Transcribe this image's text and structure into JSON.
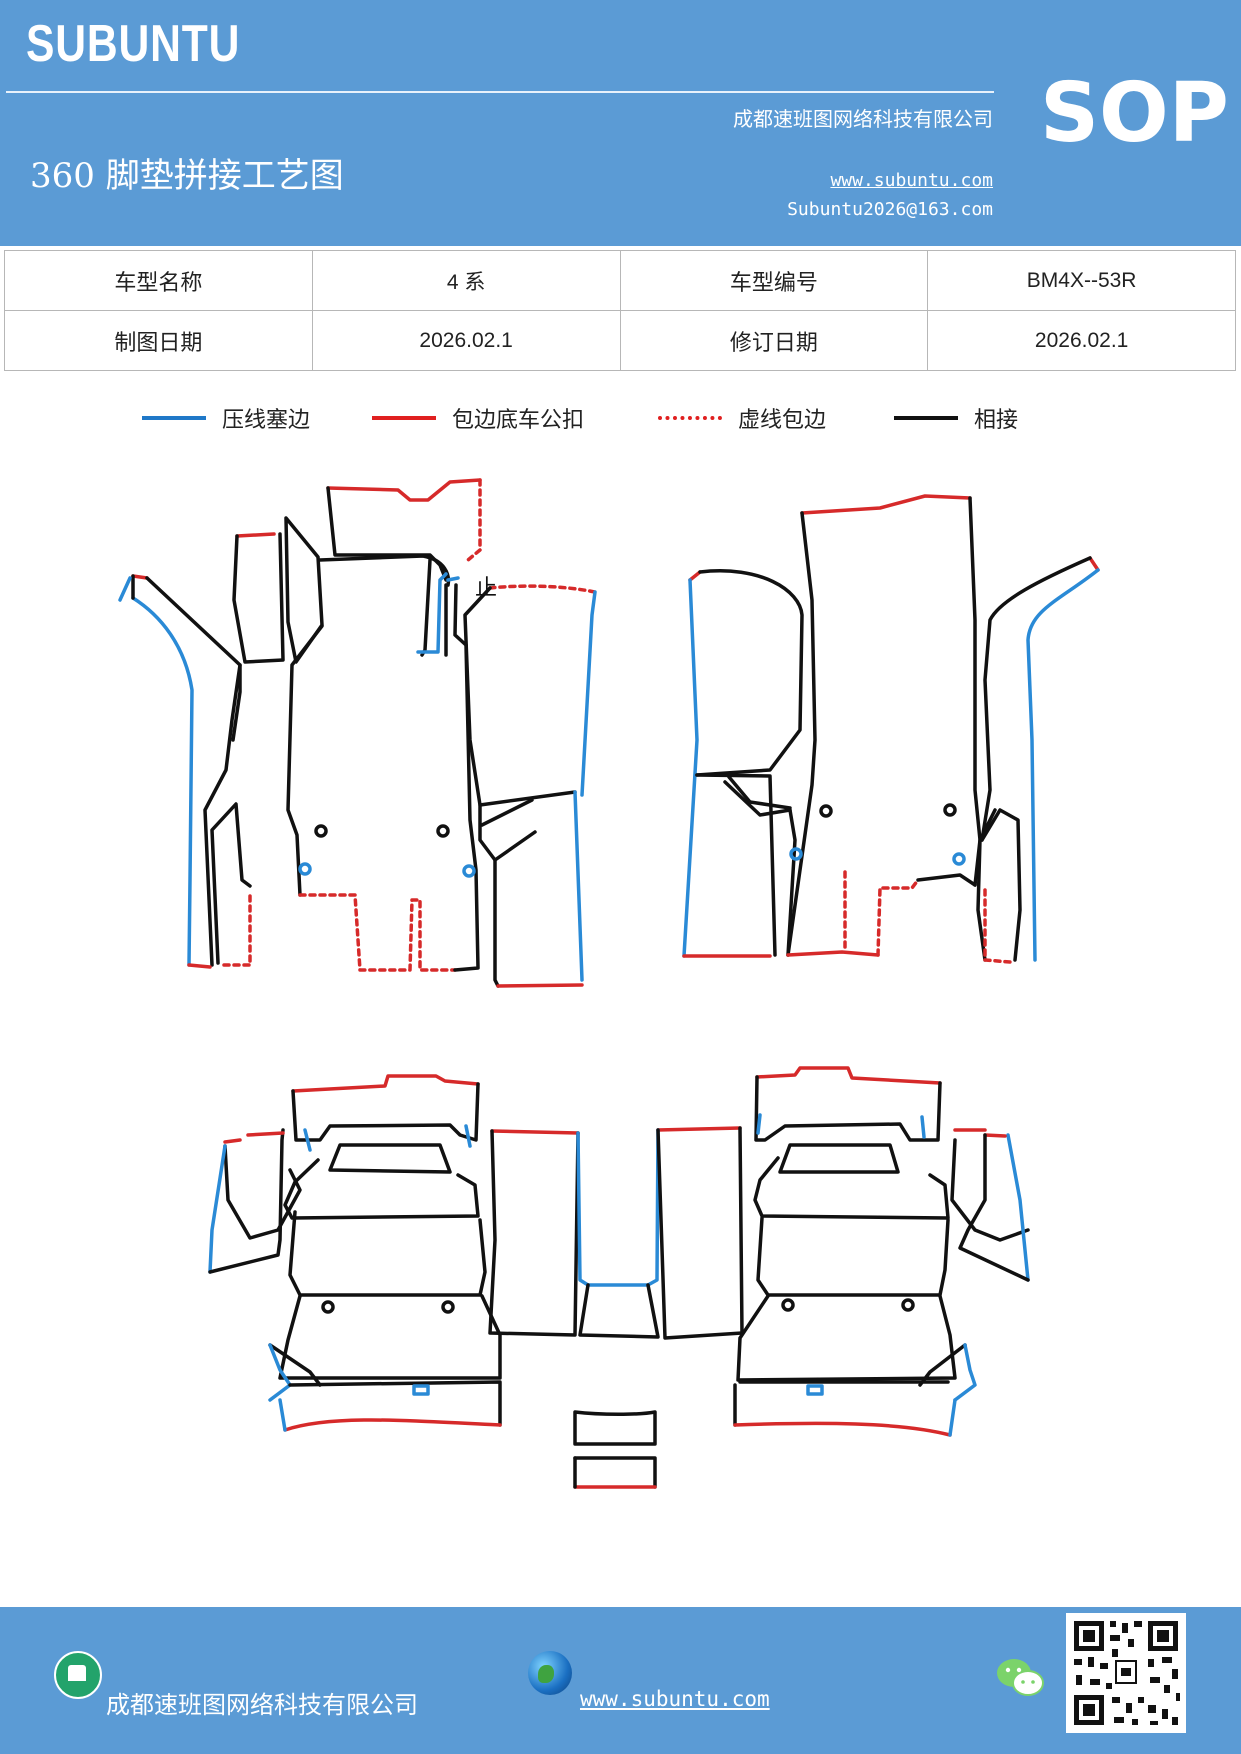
{
  "header": {
    "brand": "SUBUNTU",
    "company": "成都速班图网络科技有限公司",
    "title": "360 脚垫拼接工艺图",
    "website": "www.subuntu.com",
    "email": "Subuntu2026@163.com",
    "badge": "SOP"
  },
  "info_table": {
    "rows": [
      [
        {
          "label": "车型名称",
          "value": "4 系"
        },
        {
          "label": "车型编号",
          "value": "BM4X--53R"
        }
      ],
      [
        {
          "label": "制图日期",
          "value": "2026.02.1"
        },
        {
          "label": "修订日期",
          "value": "2026.02.1"
        }
      ]
    ]
  },
  "legend": [
    {
      "label": "压线塞边",
      "color": "#1f78c8",
      "style": "solid"
    },
    {
      "label": "包边底车公扣",
      "color": "#e02020",
      "style": "solid"
    },
    {
      "label": "虚线包边",
      "color": "#e02020",
      "style": "dotted"
    },
    {
      "label": "相接",
      "color": "#111111",
      "style": "solid"
    }
  ],
  "diagram": {
    "annotation": "止",
    "colors": {
      "press": "#2a8ad6",
      "wrap": "#d62a2a",
      "join": "#111111"
    }
  },
  "footer": {
    "company": "成都速班图网络科技有限公司",
    "website": "www.subuntu.com",
    "icons": [
      "building-icon",
      "globe-icon",
      "wechat-icon",
      "qr-code"
    ]
  }
}
